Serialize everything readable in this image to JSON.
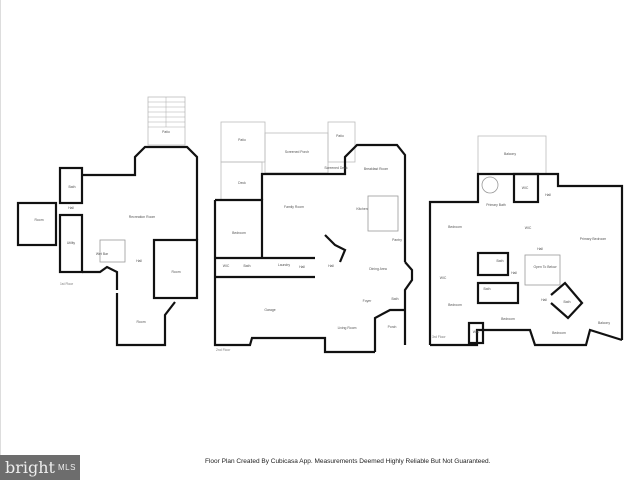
{
  "floors": [
    {
      "label": "1st Floor",
      "rooms": [
        "Patio",
        "Recreation Room",
        "Bath",
        "Hall",
        "Room",
        "Utility",
        "Wet Bar",
        "Hall",
        "Room",
        "Room"
      ]
    },
    {
      "label": "2nd Floor",
      "rooms": [
        "Patio",
        "Screened Porch",
        "Patio",
        "Deck",
        "Breakfast Room",
        "Family Room",
        "Kitchen",
        "Bedroom",
        "Pantry",
        "WIC",
        "Bath",
        "Laundry",
        "Hall",
        "Hall",
        "Dining Area",
        "Foyer",
        "Bath",
        "Garage",
        "Living Room",
        "Porch",
        "Screened Deck"
      ]
    },
    {
      "label": "3rd Floor",
      "rooms": [
        "Balcony",
        "Primary Bath",
        "WIC",
        "Hall",
        "Bedroom",
        "WIC",
        "Primary Bedroom",
        "Bath",
        "Hall",
        "Open To Below",
        "Hall",
        "WIC",
        "Bath",
        "Bedroom",
        "Bedroom",
        "Bath",
        "Hall",
        "Bedroom",
        "WIC",
        "Balcony"
      ]
    }
  ],
  "footer": {
    "note": "Floor Plan Created By Cubicasa App. Measurements Deemed Highly Reliable But Not Guaranteed."
  },
  "logo": {
    "brand": "bright",
    "suffix": "MLS"
  },
  "colors": {
    "walls": "#111111",
    "logo_bg": "#6d6d6d"
  }
}
